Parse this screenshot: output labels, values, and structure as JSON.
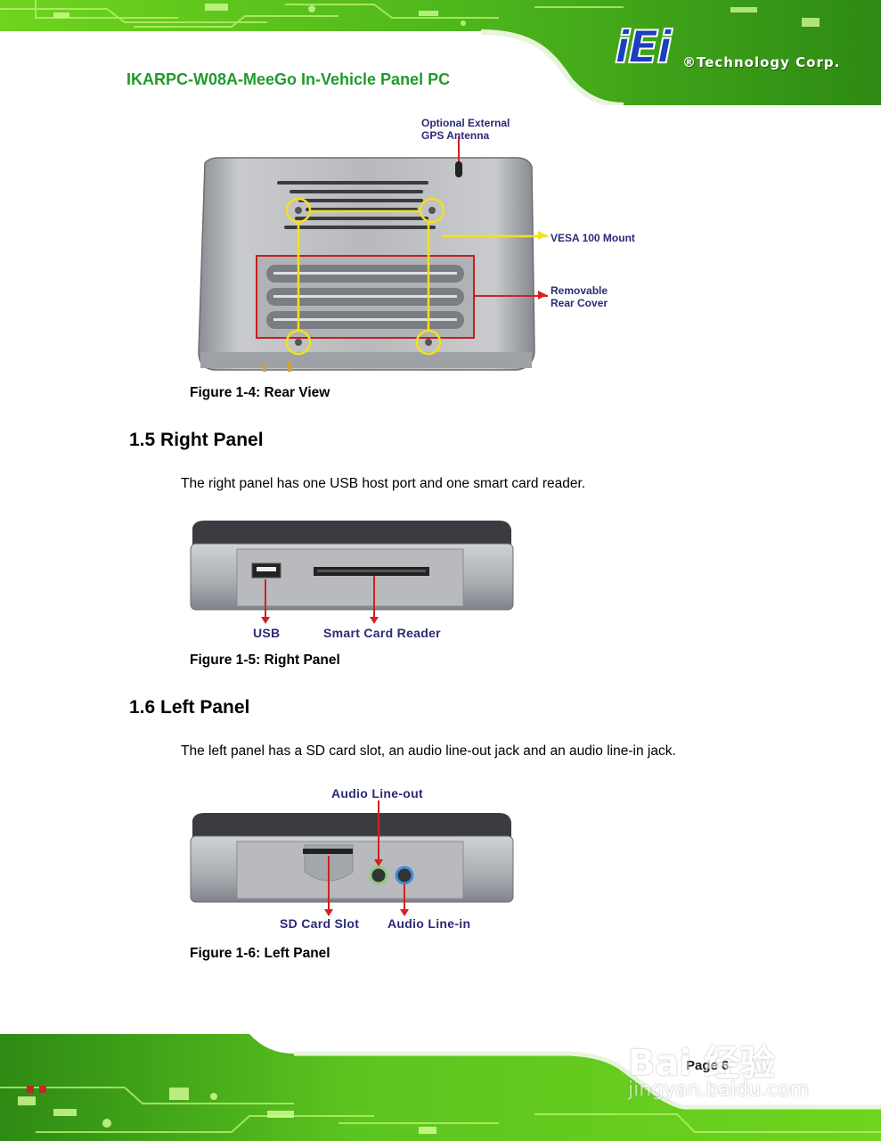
{
  "header": {
    "title": "IKARPC-W08A-MeeGo In-Vehicle Panel PC",
    "logo_text": "®Technology Corp."
  },
  "figure_1_4": {
    "callouts": {
      "gps_antenna_line1": "Optional External",
      "gps_antenna_line2": "GPS Antenna",
      "vesa": "VESA 100 Mount",
      "rear_cover_line1": "Removable",
      "rear_cover_line2": "Rear Cover"
    },
    "caption": "Figure 1-4: Rear View"
  },
  "section_1_5": {
    "heading": "1.5 Right Panel",
    "body": "The right panel has one USB host port and one smart card reader."
  },
  "figure_1_5": {
    "labels": {
      "usb": "USB",
      "smart_card": "Smart Card Reader"
    },
    "caption": "Figure 1-5: Right Panel"
  },
  "section_1_6": {
    "heading": "1.6 Left Panel",
    "body": "The left panel has a SD card slot, an audio line-out jack and an audio line-in jack."
  },
  "figure_1_6": {
    "labels": {
      "audio_out": "Audio Line-out",
      "sd_card": "SD Card Slot",
      "audio_in": "Audio Line-in"
    },
    "caption": "Figure 1-6: Left Panel"
  },
  "footer": {
    "page": "Page 6",
    "watermark_main": "Bai 经验",
    "watermark_sub": "jingyan.baidu.com"
  },
  "colors": {
    "title_green": "#1f9b2c",
    "callout_navy": "#2b2a77",
    "arrow_red": "#d42020",
    "vesa_yellow": "#f2e020"
  }
}
